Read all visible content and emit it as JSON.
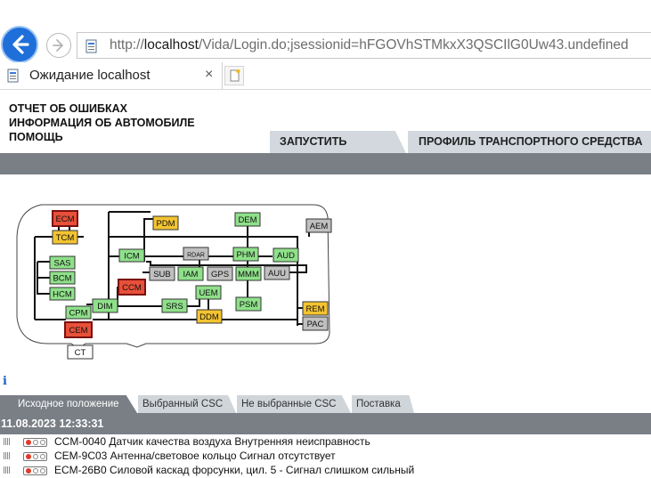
{
  "browser": {
    "url_prefix": "http://",
    "url_host": "localhost",
    "url_path": "/Vida/Login.do;jsessionid=hFGOVhSTMkxX3QSCIlG0Uw43.undefined",
    "tab_title": "Ожидание localhost",
    "tab_close": "×"
  },
  "header": {
    "links": [
      "ОТЧЕТ ОБ ОШИБКАХ",
      "ИНФОРМАЦИЯ ОБ АВТОМОБИЛЕ",
      "ПОМОЩЬ"
    ],
    "run_button": "ЗАПУСТИТЬ",
    "profile_button": "ПРОФИЛЬ ТРАНСПОРТНОГО СРЕДСТВА"
  },
  "diagram": {
    "colors": {
      "fault": "#e8503a",
      "ok": "#8fe08a",
      "warn": "#f4c430",
      "neutral": "#c0c0c0",
      "none": "#ffffff"
    },
    "modules": [
      {
        "label": "ECM",
        "status": "fault"
      },
      {
        "label": "TCM",
        "status": "warn"
      },
      {
        "label": "PDM",
        "status": "warn"
      },
      {
        "label": "DEM",
        "status": "ok"
      },
      {
        "label": "AEM",
        "status": "neutral"
      },
      {
        "label": "SAS",
        "status": "ok"
      },
      {
        "label": "BCM",
        "status": "ok"
      },
      {
        "label": "HCM",
        "status": "ok"
      },
      {
        "label": "CPM",
        "status": "ok"
      },
      {
        "label": "CEM",
        "status": "fault"
      },
      {
        "label": "CT",
        "status": "none"
      },
      {
        "label": "DIM",
        "status": "ok"
      },
      {
        "label": "ICM",
        "status": "ok"
      },
      {
        "label": "RDAR",
        "status": "neutral"
      },
      {
        "label": "PHM",
        "status": "ok"
      },
      {
        "label": "AUD",
        "status": "ok"
      },
      {
        "label": "SUB",
        "status": "neutral"
      },
      {
        "label": "IAM",
        "status": "ok"
      },
      {
        "label": "GPS",
        "status": "neutral"
      },
      {
        "label": "MMM",
        "status": "ok"
      },
      {
        "label": "AUU",
        "status": "neutral"
      },
      {
        "label": "CCM",
        "status": "fault"
      },
      {
        "label": "UEM",
        "status": "ok"
      },
      {
        "label": "SRS",
        "status": "ok"
      },
      {
        "label": "DDM",
        "status": "warn"
      },
      {
        "label": "PSM",
        "status": "ok"
      },
      {
        "label": "REM",
        "status": "warn"
      },
      {
        "label": "PAC",
        "status": "neutral"
      }
    ]
  },
  "bottom_tabs": [
    "Исходное положение",
    "Выбранный CSC",
    "Не выбранные CSC",
    "Поставка"
  ],
  "timestamp": "11.08.2023 12:33:31",
  "dtc_list": [
    "CCM-0040 Датчик качества воздуха Внутренняя неисправность",
    "CEM-9C03 Антенна/световое кольцо Сигнал отсутствует",
    "ECM-26B0 Силовой каскад форсунки, цил. 5 - Сигнал слишком сильный"
  ],
  "icons": {
    "back": "back-arrow-icon",
    "forward": "forward-arrow-icon",
    "page": "page-favicon-icon",
    "info": "info-icon",
    "expander": "tree-expander-icon",
    "traffic": "traffic-light-icon"
  }
}
